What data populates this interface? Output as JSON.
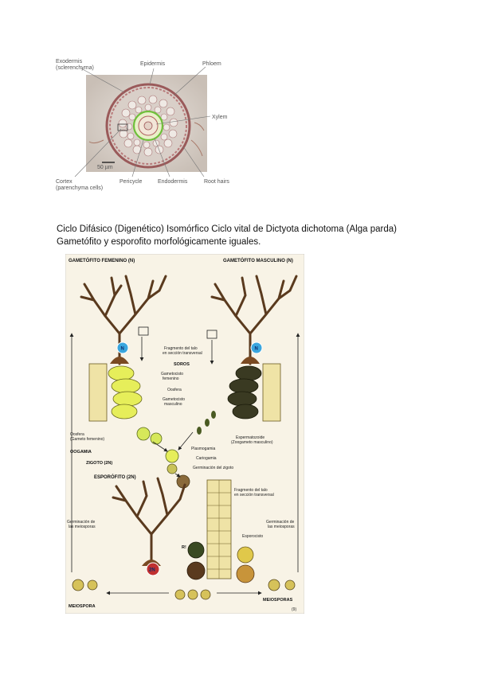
{
  "figure1": {
    "labels": {
      "exodermis": "Exodermis",
      "exodermis_sub": "(sclerenchyma)",
      "epidermis": "Epidermis",
      "phloem": "Phloem",
      "xylem": "Xylem",
      "cortex": "Cortex",
      "cortex_sub": "(parenchyma cells)",
      "pericycle": "Pericycle",
      "endodermis": "Endodermis",
      "root_hairs": "Root hairs",
      "scale": "50 µm"
    }
  },
  "caption": {
    "line1": "Ciclo Difásico (Digenético) Isomórfico Ciclo vital de Dictyota dichotoma (Alga parda)",
    "line2": "Gametófito y esporofito morfológicamente iguales."
  },
  "figure2": {
    "title_left": "GAMETÓFITO FEMENINO (N)",
    "title_right": "GAMETÓFITO MASCULINO (N)",
    "n_badge": "N",
    "zn_badge": "2N",
    "r_badge": "R!",
    "labels": {
      "fragmento_top": "Fragmento del talo",
      "fragmento_top2": "en sección transversal",
      "soros": "SOROS",
      "gametocisto_fem": "Gametocisto",
      "gametocisto_fem2": "femenino",
      "oosfera_right": "Oosfera",
      "gametocisto_masc": "Gametocisto",
      "gametocisto_masc2": "masculino",
      "oosfera_left": "Oosfera",
      "oosfera_left2": "(Gameto femenino)",
      "espermatozoide": "Espermatozoide",
      "espermatozoide2": "(Zoogameto masculino)",
      "oogamia": "OOGAMIA",
      "plasmogamia": "Plasmogamia",
      "cariogamia": "Cariogamia",
      "zigoto": "ZIGOTO (2N)",
      "germinacion_zigoto": "Germinación del zigoto",
      "esporofito": "ESPORÓFITO (2N)",
      "fragmento_mid": "Fragmento del talo",
      "fragmento_mid2": "en sección transversal",
      "germ_left": "Germinación de",
      "germ_left2": "las meiosporas",
      "germ_right": "Germinación de",
      "germ_right2": "las meiosporas",
      "esporocisto": "Esporocisto",
      "meiospora_left": "MEIOSPORA",
      "meiospora_right": "MEIOSPORAS",
      "fig_number": "(9)"
    }
  }
}
